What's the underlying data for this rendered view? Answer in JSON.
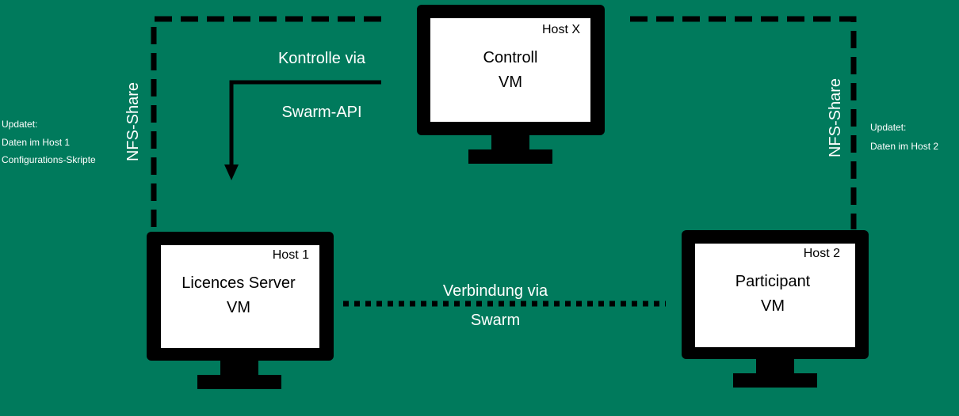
{
  "background_color": "#007a5c",
  "hosts": [
    {
      "id": "host-x",
      "host_label": "Host X",
      "vm_name": "Controll",
      "vm_type": "VM"
    },
    {
      "id": "host-1",
      "host_label": "Host 1",
      "vm_name": "Licences Server",
      "vm_type": "VM"
    },
    {
      "id": "host-2",
      "host_label": "Host 2",
      "vm_name": "Participant",
      "vm_type": "VM"
    }
  ],
  "connections": {
    "control": {
      "line1": "Kontrolle via",
      "line2": "Swarm-API"
    },
    "swarm": {
      "line1": "Verbindung via",
      "line2": "Swarm"
    }
  },
  "nfs_left": {
    "label": "NFS-Share",
    "notes": [
      "Updatet:",
      "Daten im Host 1",
      "Configurations-Skripte"
    ]
  },
  "nfs_right": {
    "label": "NFS-Share",
    "notes": [
      "Updatet:",
      "Daten im Host 2"
    ]
  },
  "colors": {
    "background": "#007a5c",
    "monitor": "#000000",
    "screen": "#ffffff",
    "text": "#ffffff"
  }
}
